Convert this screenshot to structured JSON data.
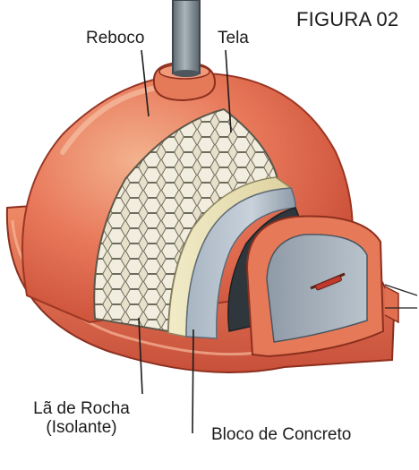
{
  "figure": {
    "title": "FIGURA 02"
  },
  "labels": {
    "plaster": "Reboco",
    "mesh": "Tela",
    "insulation_line1": "Lã de Rocha",
    "insulation_line2": "(Isolante)",
    "concrete_block": "Bloco de Concreto"
  },
  "colors": {
    "plaster": "#e2654a",
    "plaster_dark": "#b5402c",
    "mesh": "#d9d2bd",
    "insulation": "#e9e2b8",
    "concrete": "#b9c4cf",
    "chimney": "#7f8a92",
    "handle": "#c0392b"
  },
  "icons": [
    "chimney-pipe",
    "door-handle-icon"
  ]
}
